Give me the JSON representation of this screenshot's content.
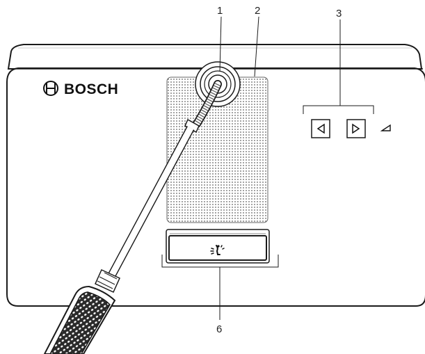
{
  "brand": {
    "name": "BOSCH"
  },
  "callouts": [
    {
      "id": "1",
      "label": "1"
    },
    {
      "id": "2",
      "label": "2"
    },
    {
      "id": "3",
      "label": "3"
    },
    {
      "id": "6",
      "label": "6"
    }
  ],
  "icons": {
    "prev": "triangle-left-icon",
    "next": "triangle-right-icon",
    "volume": "volume-wedge-icon",
    "speak": "request-to-speak-icon",
    "logo": "bosch-armature-icon"
  },
  "colors": {
    "outline": "#1a1a1a",
    "grille": "#9a9a9a",
    "background": "#ffffff"
  }
}
